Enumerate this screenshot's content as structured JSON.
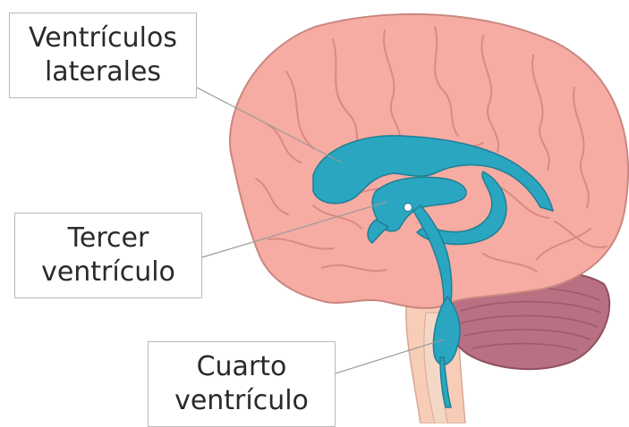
{
  "labels": {
    "lateral": {
      "line1": "Ventrículos",
      "line2": "laterales"
    },
    "third": {
      "line1": "Tercer",
      "line2": "ventrículo"
    },
    "fourth": {
      "line1": "Cuarto",
      "line2": "ventrículo"
    }
  },
  "colors": {
    "cerebrum": "#f6aba3",
    "cerebrum_outline": "#c9877f",
    "ventricles": "#2aa6c1",
    "ventricle_outline": "#1f7f93",
    "cerebellum": "#b87082",
    "brainstem": "#f7cdb8",
    "leader_line": "#9a9a9a"
  }
}
